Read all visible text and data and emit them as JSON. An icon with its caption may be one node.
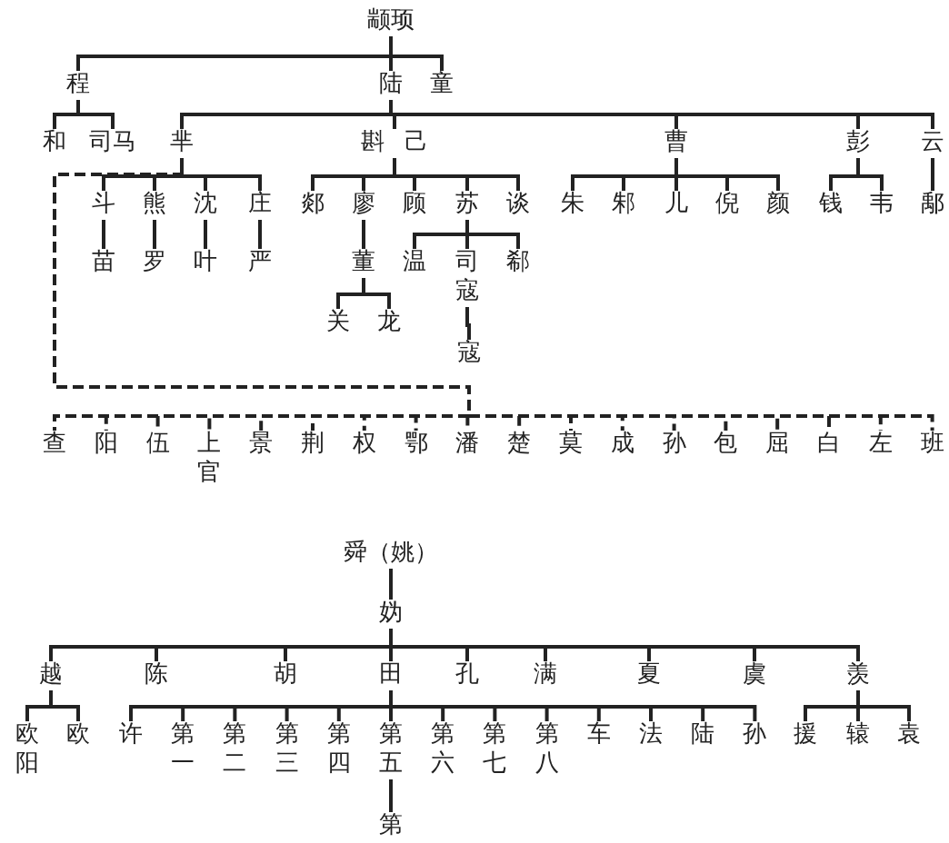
{
  "diagram": {
    "nodes": [
      {
        "text": [
          "颛顼"
        ]
      },
      {
        "text": [
          "程"
        ]
      },
      {
        "text": [
          "陆"
        ]
      },
      {
        "text": [
          "童"
        ]
      },
      {
        "text": [
          "和"
        ]
      },
      {
        "text": [
          "司马"
        ]
      },
      {
        "text": [
          "芈"
        ]
      },
      {
        "text": [
          "斟",
          "己"
        ]
      },
      {
        "text": [
          "曹"
        ]
      },
      {
        "text": [
          "彭"
        ]
      },
      {
        "text": [
          "云"
        ]
      },
      {
        "text": [
          "斗"
        ]
      },
      {
        "text": [
          "熊"
        ]
      },
      {
        "text": [
          "沈"
        ]
      },
      {
        "text": [
          "庄"
        ]
      },
      {
        "text": [
          "郯"
        ]
      },
      {
        "text": [
          "廖"
        ]
      },
      {
        "text": [
          "顾"
        ]
      },
      {
        "text": [
          "苏"
        ]
      },
      {
        "text": [
          "谈"
        ]
      },
      {
        "text": [
          "朱"
        ]
      },
      {
        "text": [
          "邾"
        ]
      },
      {
        "text": [
          "儿"
        ]
      },
      {
        "text": [
          "倪"
        ]
      },
      {
        "text": [
          "颜"
        ]
      },
      {
        "text": [
          "钱"
        ]
      },
      {
        "text": [
          "韦"
        ]
      },
      {
        "text": [
          "鄅"
        ]
      },
      {
        "text": [
          "苗"
        ]
      },
      {
        "text": [
          "罗"
        ]
      },
      {
        "text": [
          "叶"
        ]
      },
      {
        "text": [
          "严"
        ]
      },
      {
        "text": [
          "董"
        ]
      },
      {
        "text": [
          "温"
        ]
      },
      {
        "text": [
          "司寇"
        ]
      },
      {
        "text": [
          "郗"
        ]
      },
      {
        "text": [
          "关"
        ]
      },
      {
        "text": [
          "龙"
        ]
      },
      {
        "text": [
          "寇"
        ]
      },
      {
        "text": [
          "查"
        ]
      },
      {
        "text": [
          "阳"
        ]
      },
      {
        "text": [
          "伍"
        ]
      },
      {
        "text": [
          "上官"
        ]
      },
      {
        "text": [
          "景"
        ]
      },
      {
        "text": [
          "荆"
        ]
      },
      {
        "text": [
          "权"
        ]
      },
      {
        "text": [
          "鄂"
        ]
      },
      {
        "text": [
          "潘"
        ]
      },
      {
        "text": [
          "楚"
        ]
      },
      {
        "text": [
          "莫"
        ]
      },
      {
        "text": [
          "成"
        ]
      },
      {
        "text": [
          "孙"
        ]
      },
      {
        "text": [
          "包"
        ]
      },
      {
        "text": [
          "屈"
        ]
      },
      {
        "text": [
          "白"
        ]
      },
      {
        "text": [
          "左"
        ]
      },
      {
        "text": [
          "班"
        ]
      },
      {
        "text": [
          "舜（姚）"
        ]
      },
      {
        "text": [
          "妫"
        ]
      },
      {
        "text": [
          "越"
        ]
      },
      {
        "text": [
          "陈"
        ]
      },
      {
        "text": [
          "胡"
        ]
      },
      {
        "text": [
          "田"
        ]
      },
      {
        "text": [
          "孔"
        ]
      },
      {
        "text": [
          "满"
        ]
      },
      {
        "text": [
          "夏"
        ]
      },
      {
        "text": [
          "虞"
        ]
      },
      {
        "text": [
          "羡"
        ]
      },
      {
        "text": [
          "欧阳"
        ]
      },
      {
        "text": [
          "欧"
        ]
      },
      {
        "text": [
          "许"
        ]
      },
      {
        "text": [
          "第一"
        ]
      },
      {
        "text": [
          "第二"
        ]
      },
      {
        "text": [
          "第三"
        ]
      },
      {
        "text": [
          "第四"
        ]
      },
      {
        "text": [
          "第五"
        ]
      },
      {
        "text": [
          "第六"
        ]
      },
      {
        "text": [
          "第七"
        ]
      },
      {
        "text": [
          "第八"
        ]
      },
      {
        "text": [
          "车"
        ]
      },
      {
        "text": [
          "法"
        ]
      },
      {
        "text": [
          "陆"
        ]
      },
      {
        "text": [
          "孙"
        ]
      },
      {
        "text": [
          "第"
        ]
      },
      {
        "text": [
          "援"
        ]
      },
      {
        "text": [
          "辕"
        ]
      },
      {
        "text": [
          "袁"
        ]
      }
    ],
    "edges": [
      {
        "from": 0,
        "to": 1,
        "arrow": "none"
      },
      {
        "from": 0,
        "to": 2,
        "arrow": "none"
      },
      {
        "from": 0,
        "to": 3,
        "arrow": "none"
      },
      {
        "from": 1,
        "to": 4,
        "arrow": "none"
      },
      {
        "from": 1,
        "to": 5,
        "arrow": "none"
      },
      {
        "from": 2,
        "to": 6,
        "arrow": "none"
      },
      {
        "from": 2,
        "to": 7,
        "arrow": "none"
      },
      {
        "from": 2,
        "to": 8,
        "arrow": "none"
      },
      {
        "from": 2,
        "to": 9,
        "arrow": "none"
      },
      {
        "from": 2,
        "to": 10,
        "arrow": "none"
      },
      {
        "from": 6,
        "to": 11,
        "arrow": "none"
      },
      {
        "from": 6,
        "to": 12,
        "arrow": "none"
      },
      {
        "from": 6,
        "to": 13,
        "arrow": "none"
      },
      {
        "from": 6,
        "to": 14,
        "arrow": "none"
      },
      {
        "from": 7,
        "to": 15,
        "arrow": "none"
      },
      {
        "from": 7,
        "to": 16,
        "arrow": "none"
      },
      {
        "from": 7,
        "to": 17,
        "arrow": "none"
      },
      {
        "from": 7,
        "to": 18,
        "arrow": "none"
      },
      {
        "from": 7,
        "to": 19,
        "arrow": "none"
      },
      {
        "from": 8,
        "to": 20,
        "arrow": "none"
      },
      {
        "from": 8,
        "to": 21,
        "arrow": "none"
      },
      {
        "from": 8,
        "to": 22,
        "arrow": "none"
      },
      {
        "from": 8,
        "to": 23,
        "arrow": "none"
      },
      {
        "from": 8,
        "to": 24,
        "arrow": "none"
      },
      {
        "from": 9,
        "to": 25,
        "arrow": "none"
      },
      {
        "from": 9,
        "to": 26,
        "arrow": "none"
      },
      {
        "from": 10,
        "to": 27,
        "arrow": "none"
      },
      {
        "from": 11,
        "to": 28,
        "arrow": "none"
      },
      {
        "from": 12,
        "to": 29,
        "arrow": "none"
      },
      {
        "from": 13,
        "to": 30,
        "arrow": "none"
      },
      {
        "from": 14,
        "to": 31,
        "arrow": "none"
      },
      {
        "from": 16,
        "to": 32,
        "arrow": "none"
      },
      {
        "from": 18,
        "to": 33,
        "arrow": "none"
      },
      {
        "from": 18,
        "to": 34,
        "arrow": "none"
      },
      {
        "from": 18,
        "to": 35,
        "arrow": "none"
      },
      {
        "from": 32,
        "to": 36,
        "arrow": "none"
      },
      {
        "from": 32,
        "to": 37,
        "arrow": "none"
      },
      {
        "from": 34,
        "to": 38,
        "arrow": "none"
      },
      {
        "from": 6,
        "to": 39,
        "arrow": "none",
        "style": "dashed"
      },
      {
        "from": 6,
        "to": 40,
        "arrow": "none",
        "style": "dashed"
      },
      {
        "from": 6,
        "to": 41,
        "arrow": "none",
        "style": "dashed"
      },
      {
        "from": 6,
        "to": 42,
        "arrow": "none",
        "style": "dashed"
      },
      {
        "from": 6,
        "to": 43,
        "arrow": "none",
        "style": "dashed"
      },
      {
        "from": 6,
        "to": 44,
        "arrow": "none",
        "style": "dashed"
      },
      {
        "from": 6,
        "to": 45,
        "arrow": "none",
        "style": "dashed"
      },
      {
        "from": 6,
        "to": 46,
        "arrow": "none",
        "style": "dashed"
      },
      {
        "from": 6,
        "to": 47,
        "arrow": "none",
        "style": "dashed"
      },
      {
        "from": 6,
        "to": 48,
        "arrow": "none",
        "style": "dashed"
      },
      {
        "from": 6,
        "to": 49,
        "arrow": "none",
        "style": "dashed"
      },
      {
        "from": 6,
        "to": 50,
        "arrow": "none",
        "style": "dashed"
      },
      {
        "from": 6,
        "to": 51,
        "arrow": "none",
        "style": "dashed"
      },
      {
        "from": 6,
        "to": 52,
        "arrow": "none",
        "style": "dashed"
      },
      {
        "from": 6,
        "to": 53,
        "arrow": "none",
        "style": "dashed"
      },
      {
        "from": 6,
        "to": 54,
        "arrow": "none",
        "style": "dashed"
      },
      {
        "from": 6,
        "to": 55,
        "arrow": "none",
        "style": "dashed"
      },
      {
        "from": 6,
        "to": 56,
        "arrow": "none",
        "style": "dashed"
      },
      {
        "from": 57,
        "to": 58,
        "arrow": "none"
      },
      {
        "from": 58,
        "to": 59,
        "arrow": "none"
      },
      {
        "from": 58,
        "to": 60,
        "arrow": "none"
      },
      {
        "from": 58,
        "to": 61,
        "arrow": "none"
      },
      {
        "from": 58,
        "to": 62,
        "arrow": "none"
      },
      {
        "from": 58,
        "to": 63,
        "arrow": "none"
      },
      {
        "from": 58,
        "to": 64,
        "arrow": "none"
      },
      {
        "from": 58,
        "to": 65,
        "arrow": "none"
      },
      {
        "from": 58,
        "to": 66,
        "arrow": "none"
      },
      {
        "from": 58,
        "to": 67,
        "arrow": "none"
      },
      {
        "from": 59,
        "to": 68,
        "arrow": "none"
      },
      {
        "from": 59,
        "to": 69,
        "arrow": "none"
      },
      {
        "from": 62,
        "to": 70,
        "arrow": "none"
      },
      {
        "from": 62,
        "to": 71,
        "arrow": "none"
      },
      {
        "from": 62,
        "to": 72,
        "arrow": "none"
      },
      {
        "from": 62,
        "to": 73,
        "arrow": "none"
      },
      {
        "from": 62,
        "to": 74,
        "arrow": "none"
      },
      {
        "from": 62,
        "to": 75,
        "arrow": "none"
      },
      {
        "from": 62,
        "to": 76,
        "arrow": "none"
      },
      {
        "from": 62,
        "to": 77,
        "arrow": "none"
      },
      {
        "from": 62,
        "to": 78,
        "arrow": "none"
      },
      {
        "from": 62,
        "to": 79,
        "arrow": "none"
      },
      {
        "from": 62,
        "to": 80,
        "arrow": "none"
      },
      {
        "from": 62,
        "to": 81,
        "arrow": "none"
      },
      {
        "from": 62,
        "to": 82,
        "arrow": "none"
      },
      {
        "from": 75,
        "to": 83,
        "arrow": "none"
      },
      {
        "from": 67,
        "to": 84,
        "arrow": "none"
      },
      {
        "from": 67,
        "to": 85,
        "arrow": "none"
      },
      {
        "from": 67,
        "to": 86,
        "arrow": "none"
      }
    ]
  }
}
